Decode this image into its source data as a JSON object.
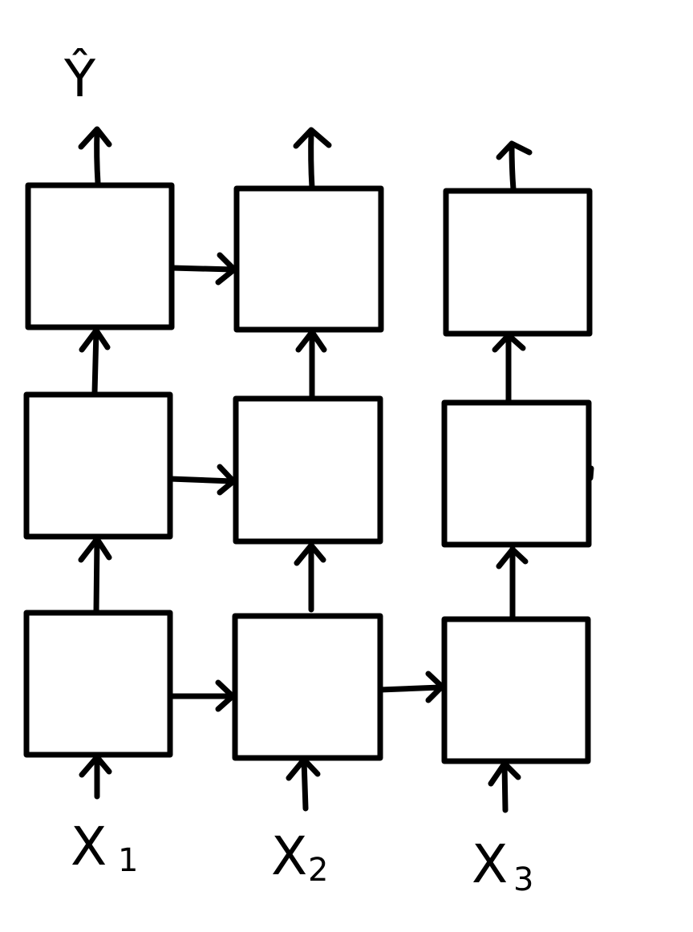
{
  "diagram": {
    "output_label": "Ŷ",
    "inputs": [
      {
        "base": "X",
        "sub": "1"
      },
      {
        "base": "X",
        "sub": "2"
      },
      {
        "base": "X",
        "sub": "3"
      }
    ],
    "colors": {
      "stroke": "#000000",
      "background": "#ffffff"
    }
  }
}
